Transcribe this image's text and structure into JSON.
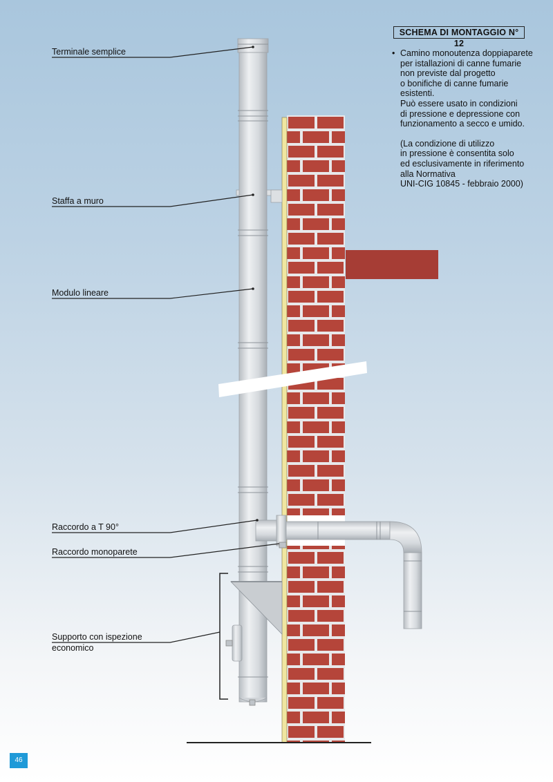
{
  "title": "SCHEMA DI MONTAGGIO N° 12",
  "labels": {
    "terminale": "Terminale semplice",
    "staffa": "Staffa a muro",
    "modulo": "Modulo lineare",
    "raccordo_t": "Raccordo a T 90°",
    "raccordo_mono": "Raccordo monoparete",
    "supporto_1": "Supporto con ispezione",
    "supporto_2": "economico"
  },
  "description": {
    "bullet": "•",
    "lines": [
      "Camino monoutenza doppiaparete",
      "per istallazioni di canne fumarie",
      "non previste dal progetto",
      "o bonifiche di canne fumarie",
      "esistenti.",
      "Può essere usato in condizioni",
      "di pressione e depressione con",
      "funzionamento a secco e umido."
    ],
    "note_lines": [
      "(La condizione di utilizzo",
      "in pressione è consentita solo",
      "ed esclusivamente in riferimento",
      "alla Normativa",
      "UNI-CIG 10845 - febbraio 2000)"
    ]
  },
  "page_number": "46",
  "colors": {
    "brick": "#b5453a",
    "mortar": "#e8e8ea",
    "insulation": "#f0e6a0",
    "pipe": "#d9dcdf",
    "roof_slab": "#a63d35",
    "page_badge": "#1f9ad8"
  }
}
